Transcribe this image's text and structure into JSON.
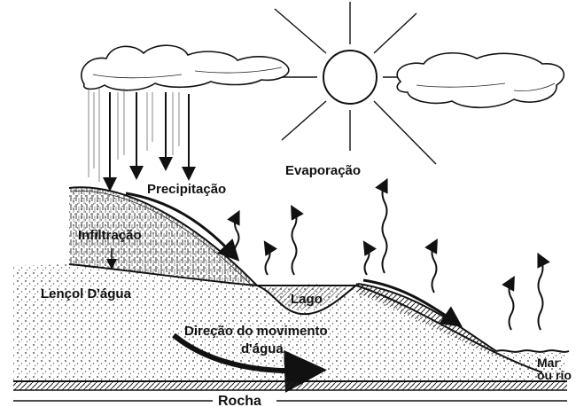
{
  "labels": {
    "evaporation": "Evaporação",
    "precipitation": "Precipitação",
    "infiltration": "Infiltração",
    "water_table": "Lençol D'água",
    "lake": "Lago",
    "flow_line1": "Direção do movimento",
    "flow_line2": "d'água",
    "sea_line1": "Mar",
    "sea_line2": "ou rio",
    "bedrock": "Rocha"
  },
  "colors": {
    "ink": "#111111",
    "background": "#ffffff"
  },
  "icons": [
    "sun-icon",
    "cloud-icon",
    "rain-arrow-icon",
    "evaporation-arrow-icon",
    "flow-arrow-icon"
  ]
}
